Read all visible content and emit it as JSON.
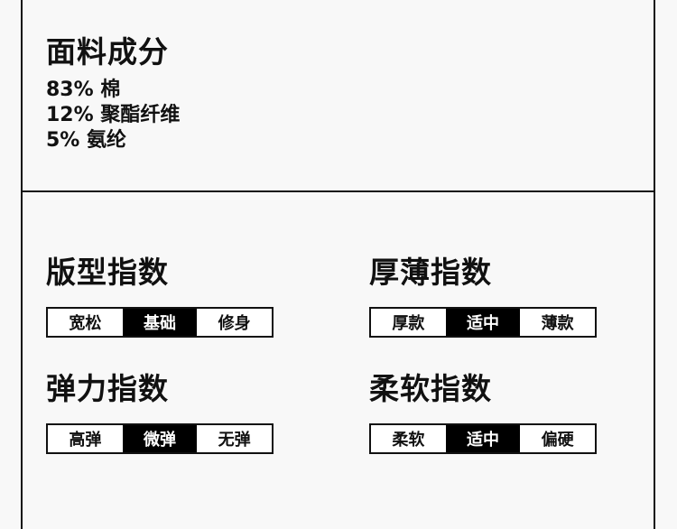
{
  "fabric": {
    "title": "面料成分",
    "lines": [
      "83% 棉",
      "12% 聚酯纤维",
      "5% 氨纶"
    ]
  },
  "indices": {
    "fit": {
      "title": "版型指数",
      "options": [
        "宽松",
        "基础",
        "修身"
      ],
      "selected": "基础"
    },
    "thickness": {
      "title": "厚薄指数",
      "options": [
        "厚款",
        "适中",
        "薄款"
      ],
      "selected": "适中"
    },
    "elasticity": {
      "title": "弹力指数",
      "options": [
        "高弹",
        "微弹",
        "无弹"
      ],
      "selected": "微弹"
    },
    "softness": {
      "title": "柔软指数",
      "options": [
        "柔软",
        "适中",
        "偏硬"
      ],
      "selected": "适中"
    }
  },
  "colors": {
    "line": "#111111",
    "selected_bg": "#000000",
    "selected_text": "#ffffff",
    "background": "#f8f8f8"
  }
}
